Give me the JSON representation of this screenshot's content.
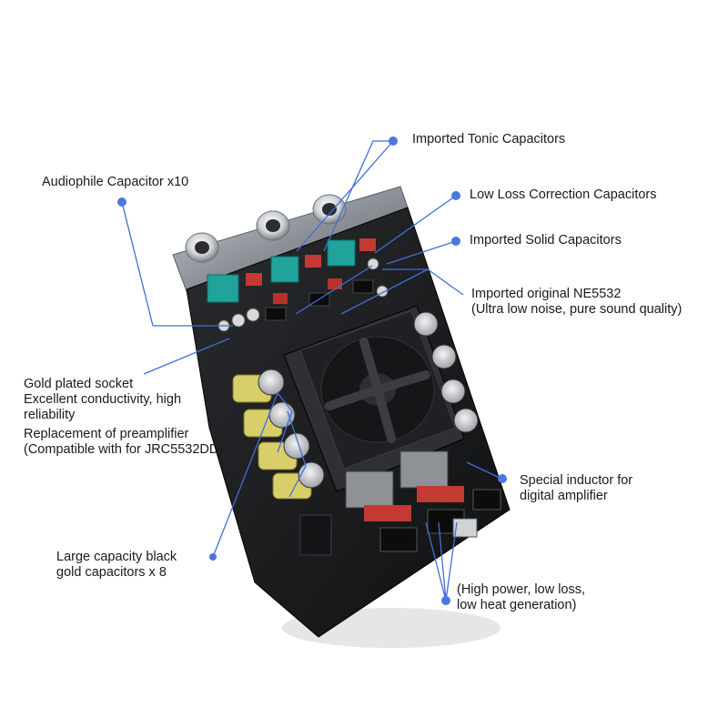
{
  "colors": {
    "leader": "#3f6fd8",
    "dot": "#4a78e0",
    "board": "#1b1c1e",
    "panel": "#9aa0a6",
    "teal_capacitor": "#1fa39a",
    "red_capacitor": "#c23a32",
    "gold_capacitor": "#d8cf6a",
    "fan": "#232427",
    "text": "#1a1a1a"
  },
  "annotations": {
    "audiophile": {
      "lines": [
        "Audiophile Capacitor x10"
      ]
    },
    "tonic": {
      "lines": [
        "Imported Tonic Capacitors"
      ]
    },
    "low_loss": {
      "lines": [
        "Low Loss Correction Capacitors"
      ]
    },
    "solid": {
      "lines": [
        "Imported Solid Capacitors"
      ]
    },
    "ne5532": {
      "lines": [
        "Imported original NE5532",
        "(Ultra low noise, pure sound quality)"
      ]
    },
    "gold_socket": {
      "lines": [
        "Gold plated socket",
        "Excellent conductivity, high",
        "reliability"
      ]
    },
    "preamp": {
      "lines": [
        "Replacement of preamplifier",
        "(Compatible with for JRC5532DD)"
      ]
    },
    "inductor": {
      "lines": [
        "Special inductor for",
        " digital amplifier"
      ]
    },
    "black_gold": {
      "lines": [
        "Large capacity black",
        "gold capacitors x 8"
      ]
    },
    "high_power": {
      "lines": [
        "(High power, low loss,",
        "low heat generation)"
      ]
    }
  }
}
